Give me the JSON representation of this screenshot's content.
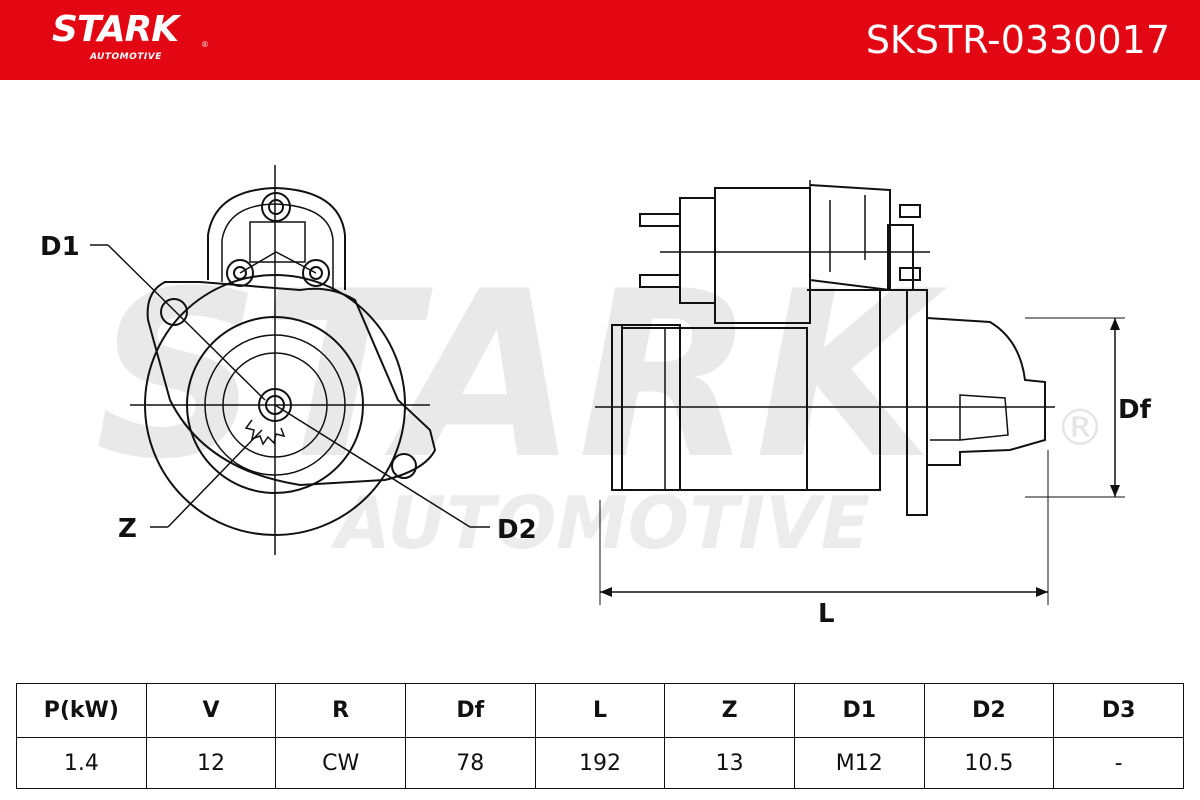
{
  "header": {
    "logo": "STARK",
    "logo_sub": "AUTOMOTIVE",
    "part_number": "SKSTR-0330017",
    "color": "#e30613"
  },
  "watermark": {
    "main": "STARK",
    "sub": "AUTOMOTIVE",
    "mark": "®"
  },
  "drawing": {
    "labels": {
      "d1": "D1",
      "z": "Z",
      "d2": "D2",
      "df": "Df",
      "l": "L"
    }
  },
  "specs": {
    "headers": [
      "P(kW)",
      "V",
      "R",
      "Df",
      "L",
      "Z",
      "D1",
      "D2",
      "D3"
    ],
    "values": [
      "1.4",
      "12",
      "CW",
      "78",
      "192",
      "13",
      "M12",
      "10.5",
      "-"
    ]
  }
}
